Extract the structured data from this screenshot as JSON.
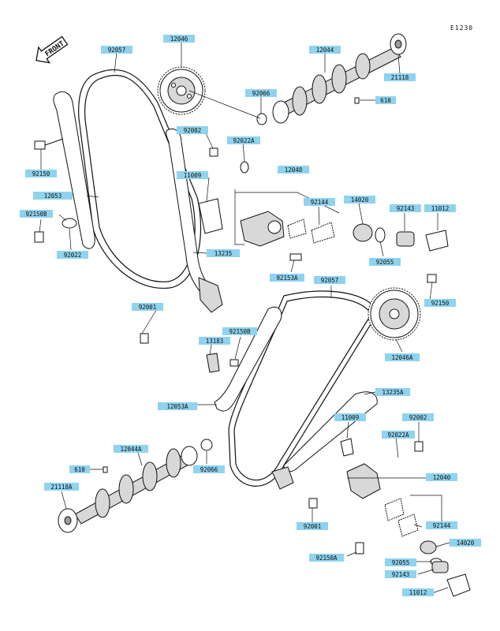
{
  "diagram_code": "E1230",
  "front_label": "FRONT",
  "colors": {
    "label_fill": "#8fd3ee",
    "line": "#111111"
  },
  "labels": [
    {
      "id": "92057-top",
      "text": "92057"
    },
    {
      "id": "12046-top",
      "text": "12046"
    },
    {
      "id": "12044-top",
      "text": "12044"
    },
    {
      "id": "21118-top",
      "text": "21118"
    },
    {
      "id": "92066-top",
      "text": "92066"
    },
    {
      "id": "610-top",
      "text": "610"
    },
    {
      "id": "92002-top",
      "text": "92002"
    },
    {
      "id": "92022A-top",
      "text": "92022A"
    },
    {
      "id": "92150-left",
      "text": "92150"
    },
    {
      "id": "11009-top",
      "text": "11009"
    },
    {
      "id": "12048-top",
      "text": "12048"
    },
    {
      "id": "12053",
      "text": "12053"
    },
    {
      "id": "92144-top",
      "text": "92144"
    },
    {
      "id": "14020-top",
      "text": "14020"
    },
    {
      "id": "92143-top",
      "text": "92143"
    },
    {
      "id": "11012-top",
      "text": "11012"
    },
    {
      "id": "92150B-left",
      "text": "92150B"
    },
    {
      "id": "92022",
      "text": "92022"
    },
    {
      "id": "13235",
      "text": "13235"
    },
    {
      "id": "92055-top",
      "text": "92055"
    },
    {
      "id": "92153A",
      "text": "92153A"
    },
    {
      "id": "92057-mid",
      "text": "92057"
    },
    {
      "id": "92150-right",
      "text": "92150"
    },
    {
      "id": "92001-top",
      "text": "92001"
    },
    {
      "id": "92150B-mid",
      "text": "92150B"
    },
    {
      "id": "13183",
      "text": "13183"
    },
    {
      "id": "12046A",
      "text": "12046A"
    },
    {
      "id": "13235A",
      "text": "13235A"
    },
    {
      "id": "12053A",
      "text": "12053A"
    },
    {
      "id": "11009-bot",
      "text": "11009"
    },
    {
      "id": "92002-bot",
      "text": "92002"
    },
    {
      "id": "92022A-bot",
      "text": "92022A"
    },
    {
      "id": "12044A",
      "text": "12044A"
    },
    {
      "id": "610-bot",
      "text": "610"
    },
    {
      "id": "92066-bot",
      "text": "92066"
    },
    {
      "id": "12040",
      "text": "12040"
    },
    {
      "id": "21118A",
      "text": "21118A"
    },
    {
      "id": "92144-bot",
      "text": "92144"
    },
    {
      "id": "92001-bot",
      "text": "92001"
    },
    {
      "id": "14020-bot",
      "text": "14020"
    },
    {
      "id": "92150A",
      "text": "92150A"
    },
    {
      "id": "92055-bot",
      "text": "92055"
    },
    {
      "id": "92143-bot",
      "text": "92143"
    },
    {
      "id": "11012-bot",
      "text": "11012"
    }
  ]
}
